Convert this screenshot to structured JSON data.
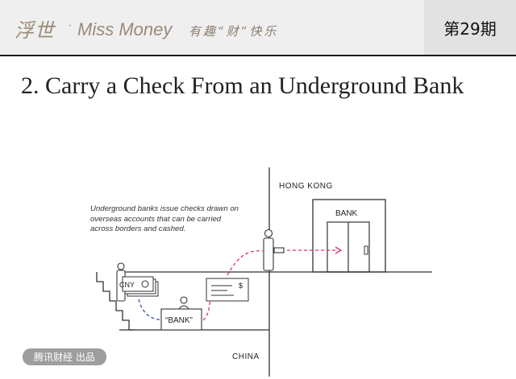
{
  "header": {
    "brand": "浮世",
    "separator": "·",
    "sub_brand": "Miss Money",
    "tagline": "有趣“财”快乐",
    "issue": "第29期"
  },
  "section": {
    "title": "2. Carry a Check From an Underground Bank"
  },
  "diagram": {
    "region_hk": "HONG KONG",
    "region_cn": "CHINA",
    "bank_building_label": "BANK",
    "underground_bank_label": "“BANK”",
    "cash_label": "CNY",
    "check_symbol": "$",
    "note": "Underground banks issue checks drawn on overseas accounts that can be carried across borders and cashed.",
    "colors": {
      "check_path": "#e0306a",
      "cash_path": "#3a4aa8",
      "line": "#333333"
    }
  },
  "footer": {
    "badge": "腾讯财经 出品"
  }
}
